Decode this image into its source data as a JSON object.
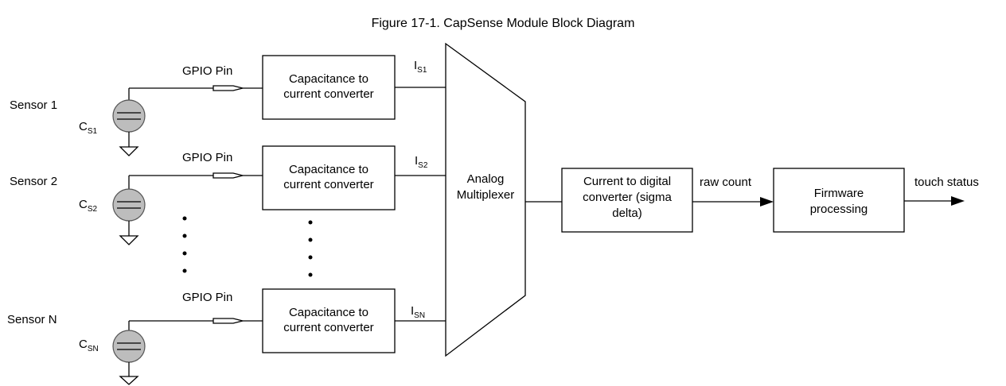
{
  "figure": {
    "title": "Figure 17-1.  CapSense Module Block Diagram"
  },
  "sensors": [
    {
      "label": "Sensor 1",
      "cap_main": "C",
      "cap_sub": "S1",
      "current_main": "I",
      "current_sub": "S1",
      "pin_label": "GPIO Pin",
      "converter_line1": "Capacitance to",
      "converter_line2": "current converter"
    },
    {
      "label": "Sensor 2",
      "cap_main": "C",
      "cap_sub": "S2",
      "current_main": "I",
      "current_sub": "S2",
      "pin_label": "GPIO Pin",
      "converter_line1": "Capacitance to",
      "converter_line2": "current converter"
    },
    {
      "label": "Sensor N",
      "cap_main": "C",
      "cap_sub": "SN",
      "current_main": "I",
      "current_sub": "SN",
      "pin_label": "GPIO Pin",
      "converter_line1": "Capacitance to",
      "converter_line2": "current converter"
    }
  ],
  "mux": {
    "line1": "Analog",
    "line2": "Multiplexer"
  },
  "adc": {
    "line1": "Current to digital",
    "line2": "converter (sigma",
    "line3": "delta)"
  },
  "firmware": {
    "line1": "Firmware",
    "line2": "processing"
  },
  "signals": {
    "raw_count": "raw count",
    "touch_status": "touch status"
  }
}
